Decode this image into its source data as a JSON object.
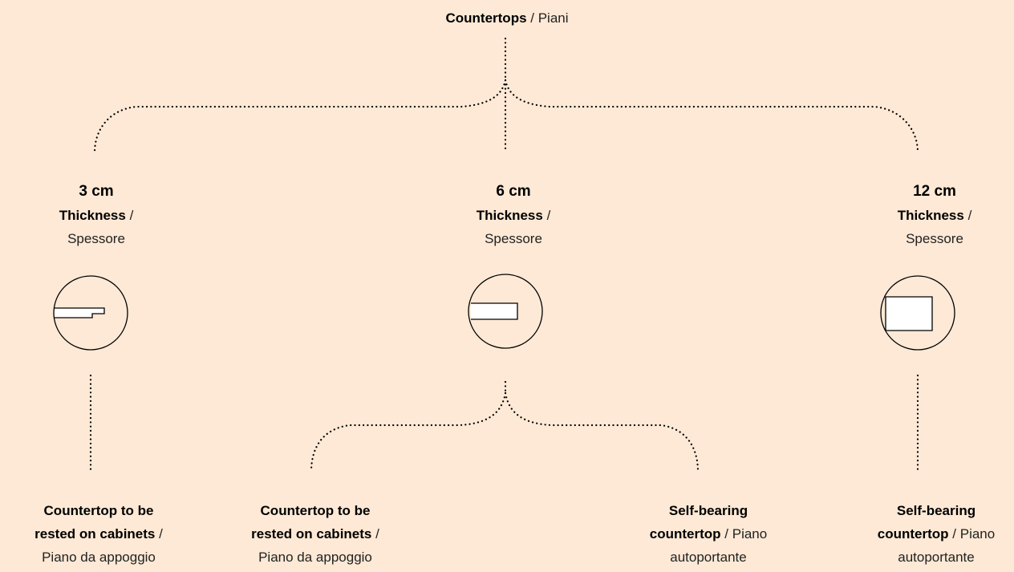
{
  "root": {
    "bold": "Countertops",
    "rest": " / Piani"
  },
  "thickness": [
    {
      "value": "3 cm",
      "bold": "Thickness",
      "rest": " /",
      "it": "Spessore",
      "icon": "profile-3cm-icon"
    },
    {
      "value": "6 cm",
      "bold": "Thickness",
      "rest": " /",
      "it": "Spessore",
      "icon": "profile-6cm-icon"
    },
    {
      "value": "12 cm",
      "bold": "Thickness",
      "rest": " /",
      "it": "Spessore",
      "icon": "profile-12cm-icon"
    }
  ],
  "leaves": [
    {
      "bold1": "Countertop to be",
      "bold2": "rested on cabinets",
      "rest": " /",
      "it": "Piano da appoggio"
    },
    {
      "bold1": "Countertop to be",
      "bold2": "rested on cabinets",
      "rest": " /",
      "it": "Piano da appoggio"
    },
    {
      "bold1": "Self-bearing",
      "bold2": "countertop",
      "rest": " / Piano",
      "it": "autoportante"
    },
    {
      "bold1": "Self-bearing",
      "bold2": "countertop",
      "rest": " / Piano",
      "it": "autoportante"
    }
  ],
  "colors": {
    "background": "#fde9d5",
    "line": "#000000",
    "text": "#222222"
  }
}
